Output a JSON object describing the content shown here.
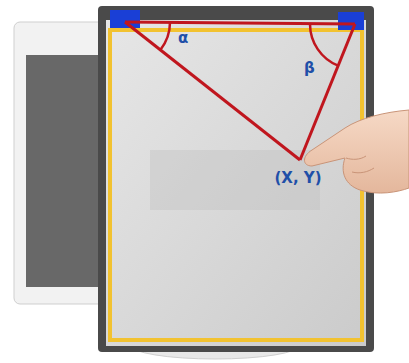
{
  "diagram": {
    "labels": [
      "α",
      "β",
      "(X, Y)"
    ]
  }
}
